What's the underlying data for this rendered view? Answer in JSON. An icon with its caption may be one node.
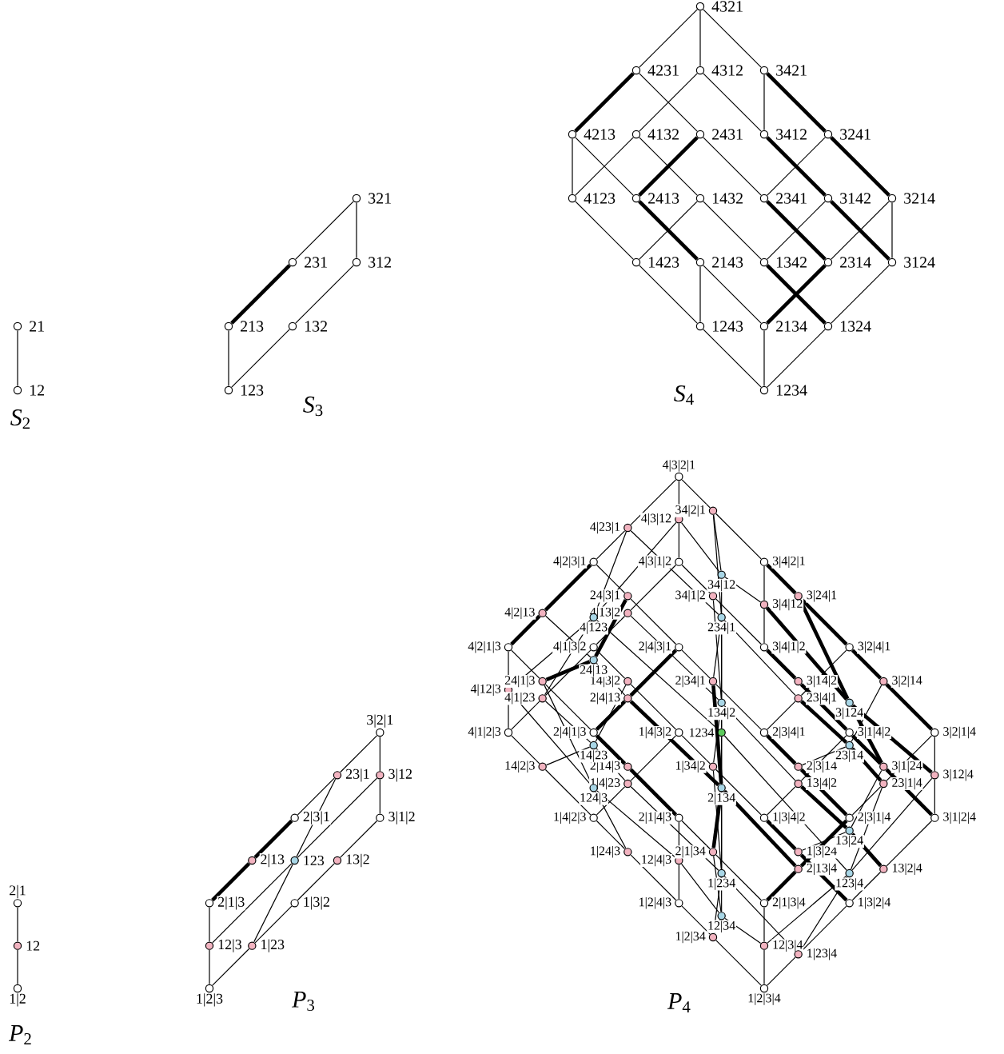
{
  "diagram": {
    "nodes": [
      {
        "text": [
          "21"
        ]
      },
      {
        "text": [
          "12"
        ]
      },
      {
        "text": [
          "321"
        ]
      },
      {
        "text": [
          "231"
        ]
      },
      {
        "text": [
          "312"
        ]
      },
      {
        "text": [
          "213"
        ]
      },
      {
        "text": [
          "132"
        ]
      },
      {
        "text": [
          "123"
        ]
      },
      {
        "text": [
          "4321"
        ]
      },
      {
        "text": [
          "4231"
        ]
      },
      {
        "text": [
          "4312"
        ]
      },
      {
        "text": [
          "3421"
        ]
      },
      {
        "text": [
          "4213"
        ]
      },
      {
        "text": [
          "4132"
        ]
      },
      {
        "text": [
          "2431"
        ]
      },
      {
        "text": [
          "3412"
        ]
      },
      {
        "text": [
          "3241"
        ]
      },
      {
        "text": [
          "4123"
        ]
      },
      {
        "text": [
          "2413"
        ]
      },
      {
        "text": [
          "1432"
        ]
      },
      {
        "text": [
          "2341"
        ]
      },
      {
        "text": [
          "3142"
        ]
      },
      {
        "text": [
          "3214"
        ]
      },
      {
        "text": [
          "1423"
        ]
      },
      {
        "text": [
          "2143"
        ]
      },
      {
        "text": [
          "1342"
        ]
      },
      {
        "text": [
          "2314"
        ]
      },
      {
        "text": [
          "3124"
        ]
      },
      {
        "text": [
          "1243"
        ]
      },
      {
        "text": [
          "2134"
        ]
      },
      {
        "text": [
          "1324"
        ]
      },
      {
        "text": [
          "1234"
        ]
      },
      {
        "text": [
          "2|1"
        ]
      },
      {
        "text": [
          "12"
        ]
      },
      {
        "text": [
          "1|2"
        ]
      },
      {
        "text": [
          "3|2|1"
        ]
      },
      {
        "text": [
          "23|1"
        ]
      },
      {
        "text": [
          "3|12"
        ]
      },
      {
        "text": [
          "2|3|1"
        ]
      },
      {
        "text": [
          "3|1|2"
        ]
      },
      {
        "text": [
          "2|13"
        ]
      },
      {
        "text": [
          "123"
        ]
      },
      {
        "text": [
          "13|2"
        ]
      },
      {
        "text": [
          "2|1|3"
        ]
      },
      {
        "text": [
          "1|3|2"
        ]
      },
      {
        "text": [
          "12|3"
        ]
      },
      {
        "text": [
          "1|23"
        ]
      },
      {
        "text": [
          "1|2|3"
        ]
      },
      {
        "text": [
          "4|3|2|1"
        ]
      },
      {
        "text": [
          "4|2|3|1"
        ]
      },
      {
        "text": [
          "4|3|1|2"
        ]
      },
      {
        "text": [
          "3|4|2|1"
        ]
      },
      {
        "text": [
          "4|2|1|3"
        ]
      },
      {
        "text": [
          "4|1|3|2"
        ]
      },
      {
        "text": [
          "2|4|3|1"
        ]
      },
      {
        "text": [
          "3|4|1|2"
        ]
      },
      {
        "text": [
          "3|2|4|1"
        ]
      },
      {
        "text": [
          "4|1|2|3"
        ]
      },
      {
        "text": [
          "2|4|1|3"
        ]
      },
      {
        "text": [
          "1|4|3|2"
        ]
      },
      {
        "text": [
          "2|3|4|1"
        ]
      },
      {
        "text": [
          "3|1|4|2"
        ]
      },
      {
        "text": [
          "3|2|1|4"
        ]
      },
      {
        "text": [
          "1|4|2|3"
        ]
      },
      {
        "text": [
          "2|1|4|3"
        ]
      },
      {
        "text": [
          "1|3|4|2"
        ]
      },
      {
        "text": [
          "2|3|1|4"
        ]
      },
      {
        "text": [
          "3|1|2|4"
        ]
      },
      {
        "text": [
          "1|2|4|3"
        ]
      },
      {
        "text": [
          "2|1|3|4"
        ]
      },
      {
        "text": [
          "1|3|2|4"
        ]
      },
      {
        "text": [
          "1|2|3|4"
        ]
      },
      {
        "text": [
          "12|3|4"
        ]
      },
      {
        "text": [
          "1|23|4"
        ]
      },
      {
        "text": [
          "1|2|34"
        ]
      },
      {
        "text": [
          "12|4|3"
        ]
      },
      {
        "text": [
          "1|24|3"
        ]
      },
      {
        "text": [
          "2|13|4"
        ]
      },
      {
        "text": [
          "2|1|34"
        ]
      },
      {
        "text": [
          "13|2|4"
        ]
      },
      {
        "text": [
          "1|3|24"
        ]
      },
      {
        "text": [
          "14|2|3"
        ]
      },
      {
        "text": [
          "1|4|23"
        ]
      },
      {
        "text": [
          "2|14|3"
        ]
      },
      {
        "text": [
          "13|4|2"
        ]
      },
      {
        "text": [
          "1|34|2"
        ]
      },
      {
        "text": [
          "23|1|4"
        ]
      },
      {
        "text": [
          "2|3|14"
        ]
      },
      {
        "text": [
          "3|12|4"
        ]
      },
      {
        "text": [
          "3|1|24"
        ]
      },
      {
        "text": [
          "4|12|3"
        ]
      },
      {
        "text": [
          "4|1|23"
        ]
      },
      {
        "text": [
          "24|1|3"
        ]
      },
      {
        "text": [
          "2|4|13"
        ]
      },
      {
        "text": [
          "14|3|2"
        ]
      },
      {
        "text": [
          "23|4|1"
        ]
      },
      {
        "text": [
          "2|34|1"
        ]
      },
      {
        "text": [
          "3|14|2"
        ]
      },
      {
        "text": [
          "3|2|14"
        ]
      },
      {
        "text": [
          "4|2|13"
        ]
      },
      {
        "text": [
          "4|13|2"
        ]
      },
      {
        "text": [
          "24|3|1"
        ]
      },
      {
        "text": [
          "34|1|2"
        ]
      },
      {
        "text": [
          "3|4|12"
        ]
      },
      {
        "text": [
          "3|24|1"
        ]
      },
      {
        "text": [
          "4|23|1"
        ]
      },
      {
        "text": [
          "4|3|12"
        ]
      },
      {
        "text": [
          "34|2|1"
        ]
      },
      {
        "text": [
          "1|234"
        ]
      },
      {
        "text": [
          "2|134"
        ]
      },
      {
        "text": [
          "3|124"
        ]
      },
      {
        "text": [
          "4|123"
        ]
      },
      {
        "text": [
          "12|34"
        ]
      },
      {
        "text": [
          "13|24"
        ]
      },
      {
        "text": [
          "14|23"
        ]
      },
      {
        "text": [
          "23|14"
        ]
      },
      {
        "text": [
          "24|13"
        ]
      },
      {
        "text": [
          "34|12"
        ]
      },
      {
        "text": [
          "123|4"
        ]
      },
      {
        "text": [
          "124|3"
        ]
      },
      {
        "text": [
          "134|2"
        ]
      },
      {
        "text": [
          "234|1"
        ]
      },
      {
        "text": [
          "1234"
        ]
      }
    ],
    "edges": [
      {
        "from": 1,
        "to": 0,
        "arrow": "none"
      },
      {
        "from": 7,
        "to": 5,
        "arrow": "none"
      },
      {
        "from": 7,
        "to": 6,
        "arrow": "none"
      },
      {
        "from": 5,
        "to": 3,
        "arrow": "none",
        "style": "thick"
      },
      {
        "from": 6,
        "to": 4,
        "arrow": "none"
      },
      {
        "from": 3,
        "to": 2,
        "arrow": "none"
      },
      {
        "from": 4,
        "to": 2,
        "arrow": "none"
      },
      {
        "from": 31,
        "to": 29,
        "arrow": "none"
      },
      {
        "from": 31,
        "to": 30,
        "arrow": "none"
      },
      {
        "from": 31,
        "to": 28,
        "arrow": "none"
      },
      {
        "from": 28,
        "to": 24,
        "arrow": "none"
      },
      {
        "from": 28,
        "to": 23,
        "arrow": "none"
      },
      {
        "from": 29,
        "to": 26,
        "arrow": "none",
        "style": "thick"
      },
      {
        "from": 29,
        "to": 24,
        "arrow": "none"
      },
      {
        "from": 30,
        "to": 27,
        "arrow": "none"
      },
      {
        "from": 30,
        "to": 25,
        "arrow": "none",
        "style": "thick"
      },
      {
        "from": 23,
        "to": 19,
        "arrow": "none"
      },
      {
        "from": 23,
        "to": 17,
        "arrow": "none"
      },
      {
        "from": 24,
        "to": 18,
        "arrow": "none",
        "style": "thick"
      },
      {
        "from": 25,
        "to": 21,
        "arrow": "none"
      },
      {
        "from": 25,
        "to": 19,
        "arrow": "none"
      },
      {
        "from": 26,
        "to": 22,
        "arrow": "none"
      },
      {
        "from": 26,
        "to": 20,
        "arrow": "none",
        "style": "thick"
      },
      {
        "from": 27,
        "to": 22,
        "arrow": "none"
      },
      {
        "from": 27,
        "to": 21,
        "arrow": "none",
        "style": "thick"
      },
      {
        "from": 17,
        "to": 13,
        "arrow": "none"
      },
      {
        "from": 17,
        "to": 12,
        "arrow": "none"
      },
      {
        "from": 18,
        "to": 14,
        "arrow": "none",
        "style": "thick"
      },
      {
        "from": 18,
        "to": 12,
        "arrow": "none"
      },
      {
        "from": 19,
        "to": 13,
        "arrow": "none"
      },
      {
        "from": 20,
        "to": 16,
        "arrow": "none"
      },
      {
        "from": 20,
        "to": 14,
        "arrow": "none"
      },
      {
        "from": 21,
        "to": 15,
        "arrow": "none",
        "style": "thick"
      },
      {
        "from": 22,
        "to": 16,
        "arrow": "none",
        "style": "thick"
      },
      {
        "from": 13,
        "to": 10,
        "arrow": "none"
      },
      {
        "from": 12,
        "to": 9,
        "arrow": "none",
        "style": "thick"
      },
      {
        "from": 14,
        "to": 9,
        "arrow": "none"
      },
      {
        "from": 15,
        "to": 10,
        "arrow": "none"
      },
      {
        "from": 15,
        "to": 11,
        "arrow": "none"
      },
      {
        "from": 16,
        "to": 11,
        "arrow": "none",
        "style": "thick"
      },
      {
        "from": 9,
        "to": 8,
        "arrow": "none"
      },
      {
        "from": 10,
        "to": 8,
        "arrow": "none"
      },
      {
        "from": 11,
        "to": 8,
        "arrow": "none"
      },
      {
        "from": 34,
        "to": 33,
        "arrow": "none"
      },
      {
        "from": 33,
        "to": 32,
        "arrow": "none"
      },
      {
        "from": 47,
        "to": 45,
        "arrow": "none"
      },
      {
        "from": 47,
        "to": 46,
        "arrow": "none"
      },
      {
        "from": 45,
        "to": 43,
        "arrow": "none"
      },
      {
        "from": 45,
        "to": 41,
        "arrow": "none"
      },
      {
        "from": 46,
        "to": 41,
        "arrow": "none"
      },
      {
        "from": 46,
        "to": 44,
        "arrow": "none"
      },
      {
        "from": 43,
        "to": 40,
        "arrow": "none",
        "style": "thick"
      },
      {
        "from": 40,
        "to": 38,
        "arrow": "none",
        "style": "thick"
      },
      {
        "from": 44,
        "to": 42,
        "arrow": "none"
      },
      {
        "from": 42,
        "to": 39,
        "arrow": "none"
      },
      {
        "from": 41,
        "to": 36,
        "arrow": "none"
      },
      {
        "from": 41,
        "to": 37,
        "arrow": "none"
      },
      {
        "from": 38,
        "to": 36,
        "arrow": "none"
      },
      {
        "from": 39,
        "to": 37,
        "arrow": "none"
      },
      {
        "from": 36,
        "to": 35,
        "arrow": "none"
      },
      {
        "from": 37,
        "to": 35,
        "arrow": "none"
      },
      {
        "from": 71,
        "to": 72,
        "arrow": "none"
      },
      {
        "from": 72,
        "to": 69,
        "arrow": "none"
      },
      {
        "from": 71,
        "to": 73,
        "arrow": "none"
      },
      {
        "from": 73,
        "to": 70,
        "arrow": "none"
      },
      {
        "from": 71,
        "to": 74,
        "arrow": "none"
      },
      {
        "from": 74,
        "to": 68,
        "arrow": "none"
      },
      {
        "from": 68,
        "to": 75,
        "arrow": "none"
      },
      {
        "from": 75,
        "to": 64,
        "arrow": "none"
      },
      {
        "from": 68,
        "to": 76,
        "arrow": "none"
      },
      {
        "from": 76,
        "to": 63,
        "arrow": "none"
      },
      {
        "from": 69,
        "to": 77,
        "arrow": "none",
        "style": "thick"
      },
      {
        "from": 77,
        "to": 66,
        "arrow": "none",
        "style": "thick"
      },
      {
        "from": 69,
        "to": 78,
        "arrow": "none"
      },
      {
        "from": 78,
        "to": 64,
        "arrow": "none"
      },
      {
        "from": 70,
        "to": 79,
        "arrow": "none"
      },
      {
        "from": 79,
        "to": 67,
        "arrow": "none"
      },
      {
        "from": 70,
        "to": 80,
        "arrow": "none",
        "style": "thick"
      },
      {
        "from": 80,
        "to": 65,
        "arrow": "none",
        "style": "thick"
      },
      {
        "from": 63,
        "to": 81,
        "arrow": "none"
      },
      {
        "from": 81,
        "to": 57,
        "arrow": "none"
      },
      {
        "from": 63,
        "to": 82,
        "arrow": "none"
      },
      {
        "from": 82,
        "to": 59,
        "arrow": "none"
      },
      {
        "from": 64,
        "to": 83,
        "arrow": "none",
        "style": "thick"
      },
      {
        "from": 83,
        "to": 58,
        "arrow": "none",
        "style": "thick"
      },
      {
        "from": 65,
        "to": 84,
        "arrow": "none"
      },
      {
        "from": 84,
        "to": 61,
        "arrow": "none"
      },
      {
        "from": 65,
        "to": 85,
        "arrow": "none"
      },
      {
        "from": 85,
        "to": 59,
        "arrow": "none"
      },
      {
        "from": 66,
        "to": 86,
        "arrow": "none"
      },
      {
        "from": 86,
        "to": 62,
        "arrow": "none"
      },
      {
        "from": 66,
        "to": 87,
        "arrow": "none",
        "style": "thick"
      },
      {
        "from": 87,
        "to": 60,
        "arrow": "none",
        "style": "thick"
      },
      {
        "from": 67,
        "to": 88,
        "arrow": "none"
      },
      {
        "from": 88,
        "to": 62,
        "arrow": "none"
      },
      {
        "from": 67,
        "to": 89,
        "arrow": "none",
        "style": "thick"
      },
      {
        "from": 89,
        "to": 61,
        "arrow": "none",
        "style": "thick"
      },
      {
        "from": 57,
        "to": 90,
        "arrow": "none"
      },
      {
        "from": 90,
        "to": 52,
        "arrow": "none"
      },
      {
        "from": 57,
        "to": 91,
        "arrow": "none"
      },
      {
        "from": 91,
        "to": 53,
        "arrow": "none"
      },
      {
        "from": 58,
        "to": 92,
        "arrow": "none"
      },
      {
        "from": 92,
        "to": 52,
        "arrow": "none"
      },
      {
        "from": 58,
        "to": 93,
        "arrow": "none",
        "style": "thick"
      },
      {
        "from": 93,
        "to": 54,
        "arrow": "none",
        "style": "thick"
      },
      {
        "from": 59,
        "to": 94,
        "arrow": "none"
      },
      {
        "from": 94,
        "to": 53,
        "arrow": "none"
      },
      {
        "from": 60,
        "to": 95,
        "arrow": "none"
      },
      {
        "from": 95,
        "to": 56,
        "arrow": "none"
      },
      {
        "from": 60,
        "to": 96,
        "arrow": "none"
      },
      {
        "from": 96,
        "to": 54,
        "arrow": "none"
      },
      {
        "from": 61,
        "to": 97,
        "arrow": "none",
        "style": "thick"
      },
      {
        "from": 97,
        "to": 55,
        "arrow": "none",
        "style": "thick"
      },
      {
        "from": 62,
        "to": 98,
        "arrow": "none",
        "style": "thick"
      },
      {
        "from": 98,
        "to": 56,
        "arrow": "none",
        "style": "thick"
      },
      {
        "from": 52,
        "to": 99,
        "arrow": "none",
        "style": "thick"
      },
      {
        "from": 99,
        "to": 49,
        "arrow": "none",
        "style": "thick"
      },
      {
        "from": 53,
        "to": 100,
        "arrow": "none"
      },
      {
        "from": 100,
        "to": 50,
        "arrow": "none"
      },
      {
        "from": 54,
        "to": 101,
        "arrow": "none"
      },
      {
        "from": 101,
        "to": 49,
        "arrow": "none"
      },
      {
        "from": 55,
        "to": 102,
        "arrow": "none"
      },
      {
        "from": 102,
        "to": 50,
        "arrow": "none"
      },
      {
        "from": 55,
        "to": 103,
        "arrow": "none"
      },
      {
        "from": 103,
        "to": 51,
        "arrow": "none"
      },
      {
        "from": 56,
        "to": 104,
        "arrow": "none",
        "style": "thick"
      },
      {
        "from": 104,
        "to": 51,
        "arrow": "none",
        "style": "thick"
      },
      {
        "from": 49,
        "to": 105,
        "arrow": "none"
      },
      {
        "from": 105,
        "to": 48,
        "arrow": "none"
      },
      {
        "from": 50,
        "to": 106,
        "arrow": "none"
      },
      {
        "from": 106,
        "to": 48,
        "arrow": "none"
      },
      {
        "from": 51,
        "to": 107,
        "arrow": "none"
      },
      {
        "from": 107,
        "to": 48,
        "arrow": "none"
      },
      {
        "from": 74,
        "to": 108,
        "arrow": "none"
      },
      {
        "from": 73,
        "to": 108,
        "arrow": "none"
      },
      {
        "from": 108,
        "to": 85,
        "arrow": "none"
      },
      {
        "from": 108,
        "to": 82,
        "arrow": "none"
      },
      {
        "from": 78,
        "to": 109,
        "arrow": "none",
        "style": "thick"
      },
      {
        "from": 77,
        "to": 109,
        "arrow": "none",
        "style": "thick"
      },
      {
        "from": 109,
        "to": 96,
        "arrow": "none",
        "style": "thick"
      },
      {
        "from": 109,
        "to": 93,
        "arrow": "none",
        "style": "thick"
      },
      {
        "from": 89,
        "to": 110,
        "arrow": "none",
        "style": "thick"
      },
      {
        "from": 88,
        "to": 110,
        "arrow": "none",
        "style": "thick"
      },
      {
        "from": 110,
        "to": 104,
        "arrow": "none",
        "style": "thick"
      },
      {
        "from": 110,
        "to": 103,
        "arrow": "none",
        "style": "thick"
      },
      {
        "from": 91,
        "to": 111,
        "arrow": "none"
      },
      {
        "from": 90,
        "to": 111,
        "arrow": "none"
      },
      {
        "from": 111,
        "to": 105,
        "arrow": "none"
      },
      {
        "from": 111,
        "to": 106,
        "arrow": "none"
      },
      {
        "from": 74,
        "to": 112,
        "arrow": "none"
      },
      {
        "from": 72,
        "to": 112,
        "arrow": "none"
      },
      {
        "from": 112,
        "to": 78,
        "arrow": "none"
      },
      {
        "from": 112,
        "to": 75,
        "arrow": "none"
      },
      {
        "from": 80,
        "to": 113,
        "arrow": "none"
      },
      {
        "from": 79,
        "to": 113,
        "arrow": "none",
        "style": "thick"
      },
      {
        "from": 113,
        "to": 89,
        "arrow": "none"
      },
      {
        "from": 113,
        "to": 84,
        "arrow": "none",
        "style": "thick"
      },
      {
        "from": 82,
        "to": 114,
        "arrow": "none"
      },
      {
        "from": 81,
        "to": 114,
        "arrow": "none"
      },
      {
        "from": 114,
        "to": 91,
        "arrow": "none"
      },
      {
        "from": 114,
        "to": 94,
        "arrow": "none"
      },
      {
        "from": 87,
        "to": 115,
        "arrow": "none"
      },
      {
        "from": 86,
        "to": 115,
        "arrow": "none",
        "style": "thick"
      },
      {
        "from": 115,
        "to": 98,
        "arrow": "none"
      },
      {
        "from": 115,
        "to": 95,
        "arrow": "none",
        "style": "thick"
      },
      {
        "from": 93,
        "to": 116,
        "arrow": "none"
      },
      {
        "from": 92,
        "to": 116,
        "arrow": "none",
        "style": "thick"
      },
      {
        "from": 116,
        "to": 99,
        "arrow": "none"
      },
      {
        "from": 116,
        "to": 101,
        "arrow": "none",
        "style": "thick"
      },
      {
        "from": 103,
        "to": 117,
        "arrow": "none"
      },
      {
        "from": 102,
        "to": 117,
        "arrow": "none"
      },
      {
        "from": 117,
        "to": 106,
        "arrow": "none"
      },
      {
        "from": 117,
        "to": 107,
        "arrow": "none"
      },
      {
        "from": 73,
        "to": 118,
        "arrow": "none"
      },
      {
        "from": 72,
        "to": 118,
        "arrow": "none"
      },
      {
        "from": 118,
        "to": 86,
        "arrow": "none"
      },
      {
        "from": 118,
        "to": 88,
        "arrow": "none"
      },
      {
        "from": 76,
        "to": 119,
        "arrow": "none"
      },
      {
        "from": 75,
        "to": 119,
        "arrow": "none"
      },
      {
        "from": 119,
        "to": 92,
        "arrow": "none"
      },
      {
        "from": 119,
        "to": 90,
        "arrow": "none"
      },
      {
        "from": 85,
        "to": 120,
        "arrow": "none"
      },
      {
        "from": 84,
        "to": 120,
        "arrow": "none"
      },
      {
        "from": 120,
        "to": 102,
        "arrow": "none"
      },
      {
        "from": 120,
        "to": 100,
        "arrow": "none"
      },
      {
        "from": 96,
        "to": 121,
        "arrow": "none"
      },
      {
        "from": 95,
        "to": 121,
        "arrow": "none"
      },
      {
        "from": 121,
        "to": 107,
        "arrow": "none"
      },
      {
        "from": 121,
        "to": 105,
        "arrow": "none"
      },
      {
        "from": 108,
        "to": 122,
        "arrow": "none"
      },
      {
        "from": 112,
        "to": 122,
        "arrow": "none"
      },
      {
        "from": 118,
        "to": 122,
        "arrow": "none"
      },
      {
        "from": 122,
        "to": 121,
        "arrow": "none"
      },
      {
        "from": 122,
        "to": 117,
        "arrow": "none"
      },
      {
        "from": 122,
        "to": 111,
        "arrow": "none"
      }
    ],
    "labels": [
      "*S*$_{2}$",
      "*S*$_{3}$",
      "*S*$_{4}$",
      "*P*$_{2}$",
      "*P*$_{3}$",
      "*P*$_{4}$"
    ]
  }
}
